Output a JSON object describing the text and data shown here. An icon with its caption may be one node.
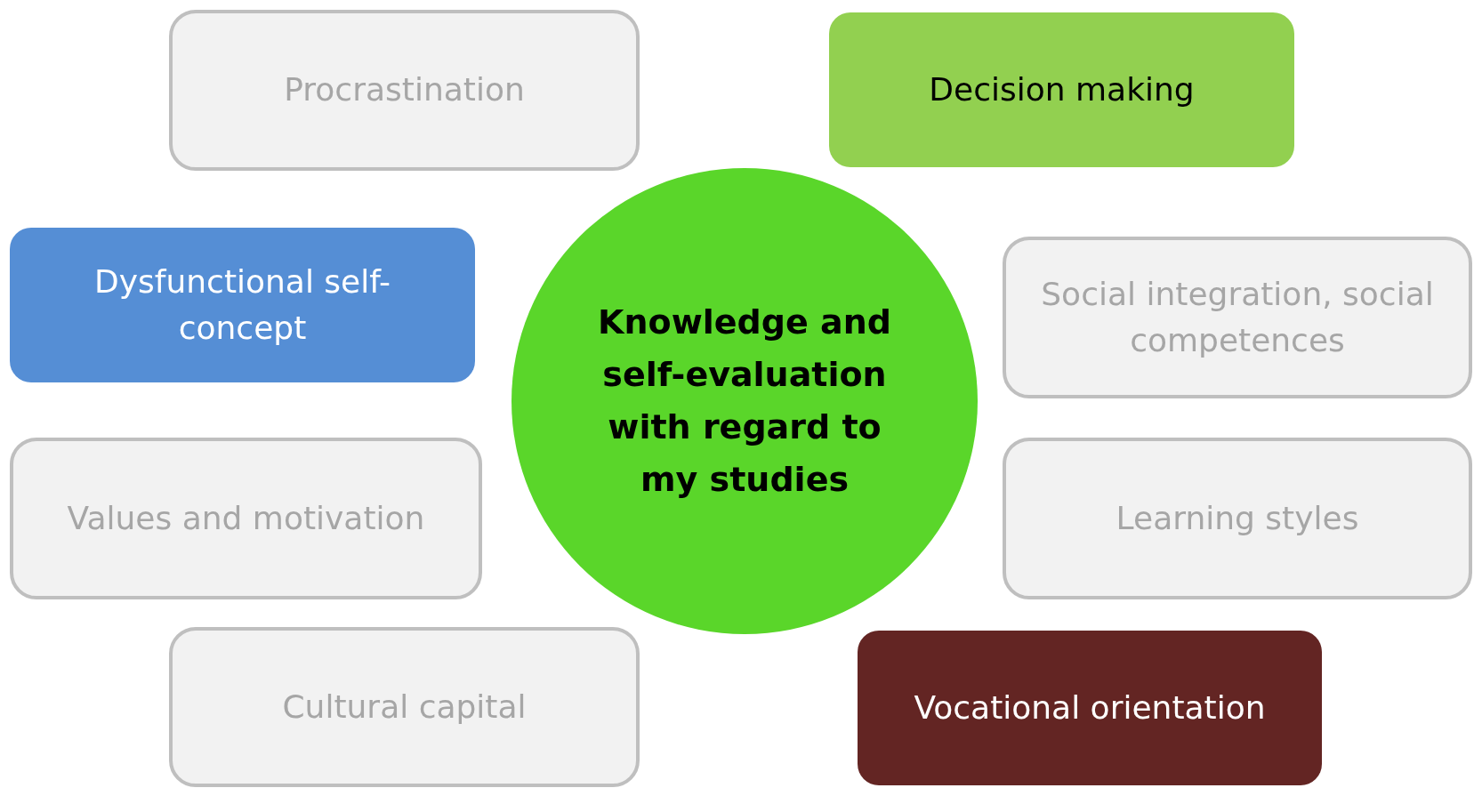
{
  "diagram": {
    "nodes": [
      {
        "text": [
          "Procrastination"
        ]
      },
      {
        "text": [
          "Decision making"
        ]
      },
      {
        "text": [
          "Dysfunctional self-concept"
        ]
      },
      {
        "text": [
          "Knowledge and self-evaluation with regard to my studies"
        ]
      },
      {
        "text": [
          "Social integration, social competences"
        ]
      },
      {
        "text": [
          "Values and motivation"
        ]
      },
      {
        "text": [
          "Learning styles"
        ]
      },
      {
        "text": [
          "Cultural capital"
        ]
      },
      {
        "text": [
          "Vocational orientation"
        ]
      }
    ]
  }
}
